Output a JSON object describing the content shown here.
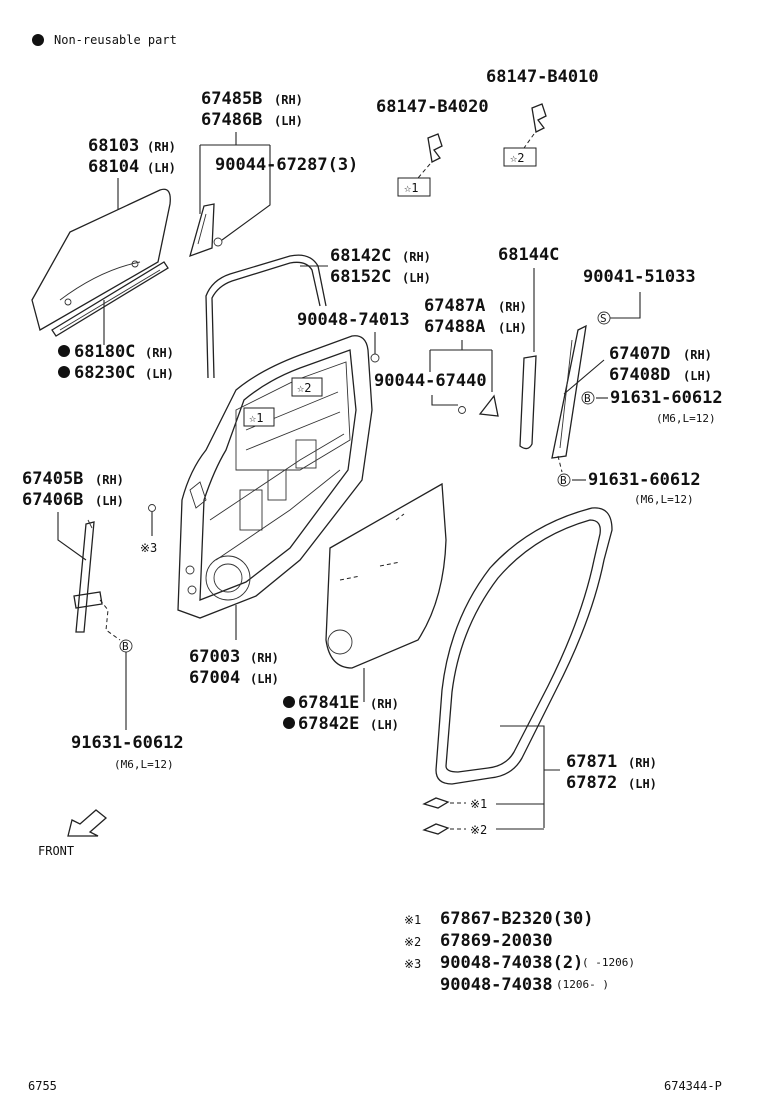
{
  "legend": {
    "bullet_text": "Non-reusable part"
  },
  "labels": {
    "glass_rh": "68103",
    "glass_rh_side": "(RH)",
    "glass_lh": "68104",
    "glass_lh_side": "(LH)",
    "frame_rh": "67485B",
    "frame_rh_side": "(RH)",
    "frame_lh": "67486B",
    "frame_lh_side": "(LH)",
    "clip_frame": "90044-67287(3)",
    "clip_b4020": "68147-B4020",
    "clip_b4010": "68147-B4010",
    "star1": "☆1",
    "star2": "☆2",
    "run_rh": "68180C",
    "run_rh_side": "(RH)",
    "run_lh": "68230C",
    "run_lh_side": "(LH)",
    "channel_rh": "68142C",
    "channel_rh_side": "(RH)",
    "channel_lh": "68152C",
    "channel_lh_side": "(LH)",
    "clip_74013": "90048-74013",
    "cover_rh": "67487A",
    "cover_rh_side": "(RH)",
    "cover_lh": "67488A",
    "cover_lh_side": "(LH)",
    "clip_67440": "90044-67440",
    "strip_68144c": "68144C",
    "screw_51033": "90041-51033",
    "garnish_rh": "67407D",
    "garnish_rh_side": "(RH)",
    "garnish_lh": "67408D",
    "garnish_lh_side": "(LH)",
    "bolt_a": "91631-60612",
    "bolt_a_spec": "(M6,L=12)",
    "bolt_b": "91631-60612",
    "bolt_b_spec": "(M6,L=12)",
    "bolt_c": "91631-60612",
    "bolt_c_spec": "(M6,L=12)",
    "rear_rh": "67405B",
    "rear_rh_side": "(RH)",
    "rear_lh": "67406B",
    "rear_lh_side": "(LH)",
    "mark3": "※3",
    "mark1": "※1",
    "mark2": "※2",
    "circle_s": "S",
    "circle_b": "B",
    "panel_rh": "67003",
    "panel_rh_side": "(RH)",
    "panel_lh": "67004",
    "panel_lh_side": "(LH)",
    "seal_rh": "67841E",
    "seal_rh_side": "(RH)",
    "seal_lh": "67842E",
    "seal_lh_side": "(LH)",
    "weather_rh": "67871",
    "weather_rh_side": "(RH)",
    "weather_lh": "67872",
    "weather_lh_side": "(LH)",
    "front": "FRONT"
  },
  "notes": [
    {
      "mark": "※1",
      "part": "67867-B2320(30)",
      "range": ""
    },
    {
      "mark": "※2",
      "part": "67869-20030",
      "range": ""
    },
    {
      "mark": "※3",
      "part": "90048-74038(2)",
      "range": "(      -1206)"
    },
    {
      "mark": "",
      "part": "90048-74038",
      "range": "(1206-      )"
    }
  ],
  "footer": {
    "left": "6755",
    "right": "674344-P"
  }
}
